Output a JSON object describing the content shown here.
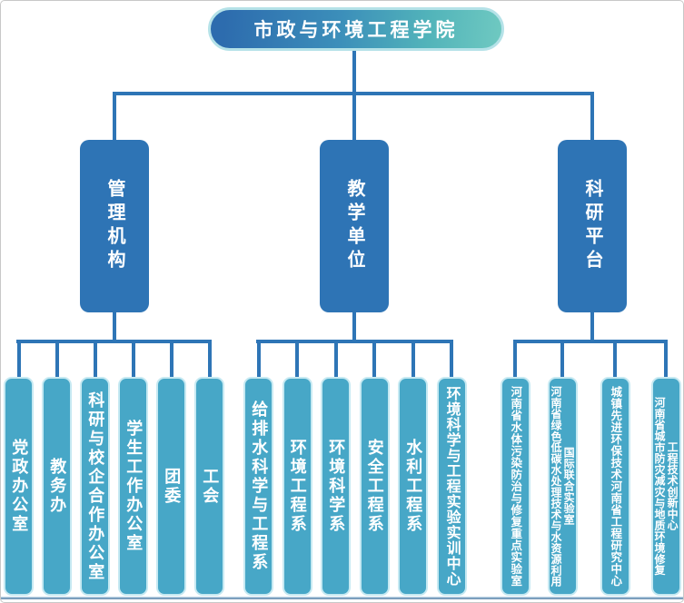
{
  "root": {
    "label": "市政与环境工程学院"
  },
  "branches": [
    {
      "label": "管理机构",
      "children": [
        {
          "label": "党政办公室"
        },
        {
          "label": "教务办"
        },
        {
          "label": "科研与校企合作办公室"
        },
        {
          "label": "学生工作办公室"
        },
        {
          "label": "团委"
        },
        {
          "label": "工会"
        }
      ]
    },
    {
      "label": "教学单位",
      "children": [
        {
          "label": "给排水科学与工程系"
        },
        {
          "label": "环境工程系"
        },
        {
          "label": "环境科学系"
        },
        {
          "label": "安全工程系"
        },
        {
          "label": "水利工程系"
        },
        {
          "label": "环境科学与工程实验实训中心"
        }
      ]
    },
    {
      "label": "科研平台",
      "children": [
        {
          "label": "河南省水体污染防治与修复重点实验室"
        },
        {
          "label": "河南省绿色低碳水处理技术与水资源利用",
          "label2": "国际联合实验室"
        },
        {
          "label": "城镇先进环保技术河南省工程研究中心"
        },
        {
          "label": "河南省城市防灾减灾与地质环境修复",
          "label2": "工程技术创新中心"
        }
      ]
    }
  ],
  "colors": {
    "connector": "#2E75B6",
    "branch_fill": "#2E74B5",
    "leaf_fill": "#47A7C7",
    "leaf_border": "#C6E9F2",
    "root_gradient_start": "#2D6CAE",
    "root_gradient_end": "#6FC9C1",
    "root_border": "#B5E2E8"
  }
}
